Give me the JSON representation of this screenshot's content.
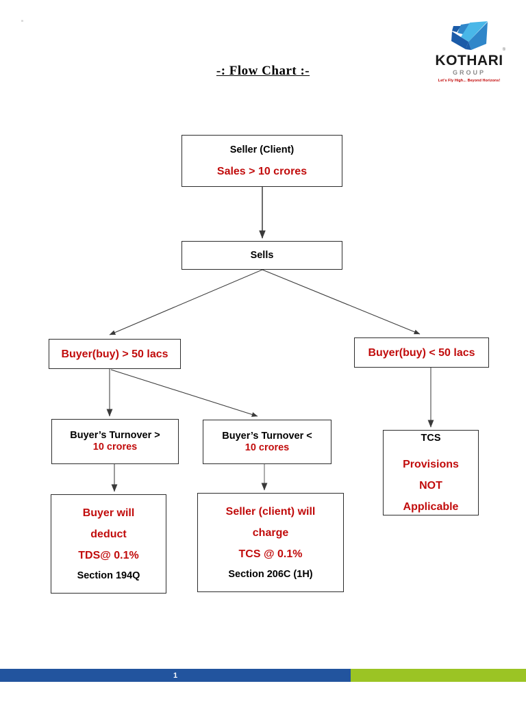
{
  "document": {
    "title": "-: Flow Chart :-",
    "page_number": "1"
  },
  "logo": {
    "name": "KOTHARI",
    "sub": "GROUP",
    "tagline": "Let's Fly High... Beyond Horizons!",
    "registered_mark": "®",
    "mark_colors": {
      "dark_blue": "#1b5ba8",
      "light_blue": "#49b7e8",
      "mid_blue": "#2f86c9"
    }
  },
  "colors": {
    "red": "#c10c0c",
    "black": "#000000",
    "border": "#2b2b2b",
    "footer_blue": "#22549e",
    "footer_green": "#9bc424"
  },
  "flowchart": {
    "type": "flowchart",
    "nodes": [
      {
        "id": "seller",
        "lines": [
          {
            "text": "Seller (Client)",
            "color": "black"
          },
          {
            "text": "Sales > 10 crores",
            "color": "red"
          }
        ]
      },
      {
        "id": "sells",
        "lines": [
          {
            "text": "Sells",
            "color": "black"
          }
        ]
      },
      {
        "id": "buy-gt",
        "lines": [
          {
            "text": "Buyer(buy) > 50 lacs",
            "color": "red"
          }
        ]
      },
      {
        "id": "buy-lt",
        "lines": [
          {
            "text": "Buyer(buy) < 50 lacs",
            "color": "red"
          }
        ]
      },
      {
        "id": "turn-gt",
        "lines": [
          {
            "prefix": "Buyer’s ",
            "text": "Turnover >",
            "color": "mixed"
          },
          {
            "text": "10 crores",
            "color": "red"
          }
        ]
      },
      {
        "id": "turn-lt",
        "lines": [
          {
            "prefix": "Buyer’s ",
            "text": "Turnover <",
            "color": "mixed"
          },
          {
            "text": "10 crores",
            "color": "red"
          }
        ]
      },
      {
        "id": "tcs-na",
        "lines": [
          {
            "text": "TCS",
            "color": "black"
          },
          {
            "text": "Provisions",
            "color": "red"
          },
          {
            "text": "NOT",
            "color": "red"
          },
          {
            "text": "Applicable",
            "color": "red"
          }
        ]
      },
      {
        "id": "tds",
        "lines": [
          {
            "text": "Buyer will",
            "color": "red"
          },
          {
            "text": "deduct",
            "color": "red"
          },
          {
            "text": "TDS@ 0.1%",
            "color": "red"
          },
          {
            "text": "Section 194Q",
            "color": "black"
          }
        ]
      },
      {
        "id": "tcs-charge",
        "lines": [
          {
            "text": "Seller (client) will",
            "color": "red"
          },
          {
            "text": "charge",
            "color": "red"
          },
          {
            "text": "TCS @ 0.1%",
            "color": "red"
          },
          {
            "text": "Section 206C (1H)",
            "color": "black"
          }
        ]
      }
    ],
    "edges": [
      {
        "from": "seller",
        "to": "sells",
        "style": "straight-down"
      },
      {
        "from": "sells",
        "to": "buy-gt",
        "style": "diagonal-left"
      },
      {
        "from": "sells",
        "to": "buy-lt",
        "style": "diagonal-right"
      },
      {
        "from": "buy-gt",
        "to": "turn-gt",
        "style": "straight-down"
      },
      {
        "from": "buy-gt",
        "to": "turn-lt",
        "style": "diagonal-right"
      },
      {
        "from": "buy-lt",
        "to": "tcs-na",
        "style": "straight-down"
      },
      {
        "from": "turn-gt",
        "to": "tds",
        "style": "straight-down"
      },
      {
        "from": "turn-lt",
        "to": "tcs-charge",
        "style": "straight-down"
      }
    ]
  },
  "node_text": {
    "seller": {
      "l1": "Seller (Client)",
      "l2": "Sales > 10 crores"
    },
    "sells": {
      "l1": "Sells"
    },
    "buy_gt": {
      "l1": "Buyer(buy) > 50 lacs"
    },
    "buy_lt": {
      "l1": "Buyer(buy) < 50 lacs"
    },
    "turn_gt": {
      "prefix": "Buyer’s ",
      "l1": "Turnover >",
      "l2": "10 crores"
    },
    "turn_lt": {
      "prefix": "Buyer’s ",
      "l1": "Turnover <",
      "l2": "10 crores"
    },
    "tcs_na": {
      "l1": "TCS",
      "l2": "Provisions",
      "l3": "NOT",
      "l4": "Applicable"
    },
    "tds": {
      "l1": "Buyer will",
      "l2": "deduct",
      "l3": "TDS@ 0.1%",
      "l4": "Section 194Q"
    },
    "tcs_charge": {
      "l1": "Seller (client) will",
      "l2": "charge",
      "l3": "TCS @ 0.1%",
      "l4": "Section 206C (1H)"
    }
  }
}
